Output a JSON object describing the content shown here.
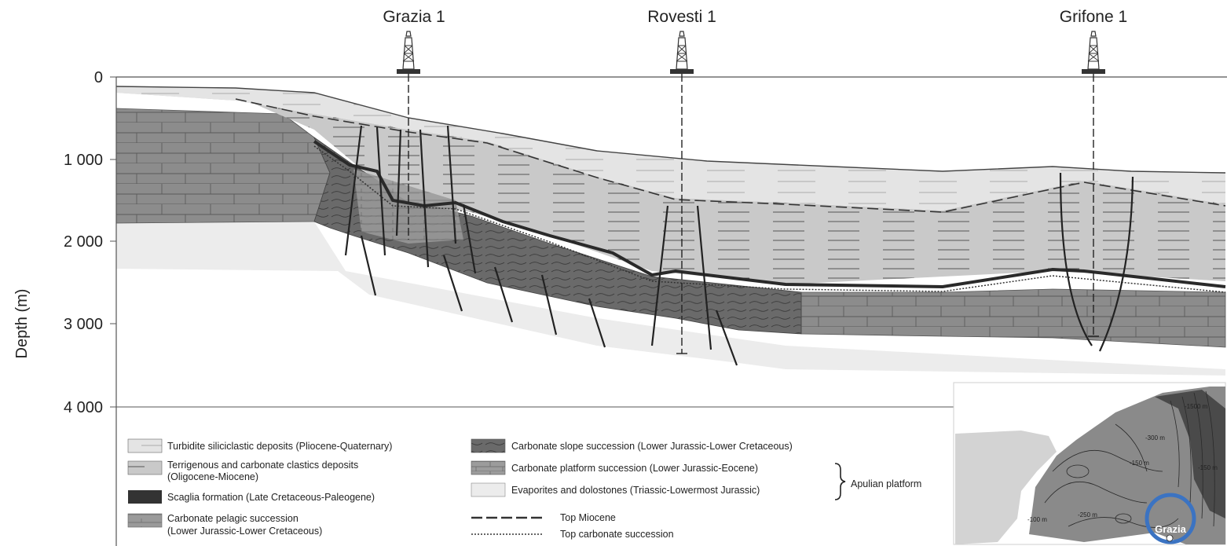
{
  "wells": [
    {
      "name": "Grazia 1"
    },
    {
      "name": "Rovesti 1"
    },
    {
      "name": "Grifone 1"
    }
  ],
  "axis": {
    "title": "Depth (m)",
    "ticks": [
      "0",
      "1 000",
      "2 000",
      "3 000",
      "4 000"
    ]
  },
  "legend": {
    "left": [
      {
        "lines": [
          "Turbidite siliciclastic deposits (Pliocene-Quaternary)"
        ],
        "swatch": "#e4e4e4"
      },
      {
        "lines": [
          "Terrigenous and carbonate clastics deposits",
          "(Oligocene-Miocene)"
        ],
        "swatch": "#c9c9c9"
      },
      {
        "lines": [
          "Scaglia formation (Late Cretaceous-Paleogene)"
        ],
        "swatch": "#333333"
      },
      {
        "lines": [
          "Carbonate pelagic succession",
          "(Lower Jurassic-Lower Cretaceous)"
        ],
        "swatch": "#9a9a9a"
      }
    ],
    "right": [
      {
        "lines": [
          "Carbonate slope succession (Lower Jurassic-Lower Cretaceous)"
        ],
        "swatch": "#6a6a6a"
      },
      {
        "lines": [
          "Carbonate platform succession (Lower Jurassic-Eocene)"
        ],
        "swatch": "#8c8c8c"
      },
      {
        "lines": [
          "Evaporites and dolostones (Triassic-Lowermost Jurassic)"
        ],
        "swatch": "#ececec"
      }
    ],
    "group_label": "Apulian platform",
    "line_items": [
      {
        "label": "Top Miocene",
        "style": "dashed"
      },
      {
        "label": "Top carbonate succession",
        "style": "dotted"
      }
    ]
  },
  "inset_map": {
    "label": "Grazia",
    "contour_labels": [
      "-300 m",
      "-150 m",
      "-150 m",
      "-100 m",
      "-250 m",
      "-1500 m"
    ],
    "highlight_color": "#3b73c2"
  }
}
